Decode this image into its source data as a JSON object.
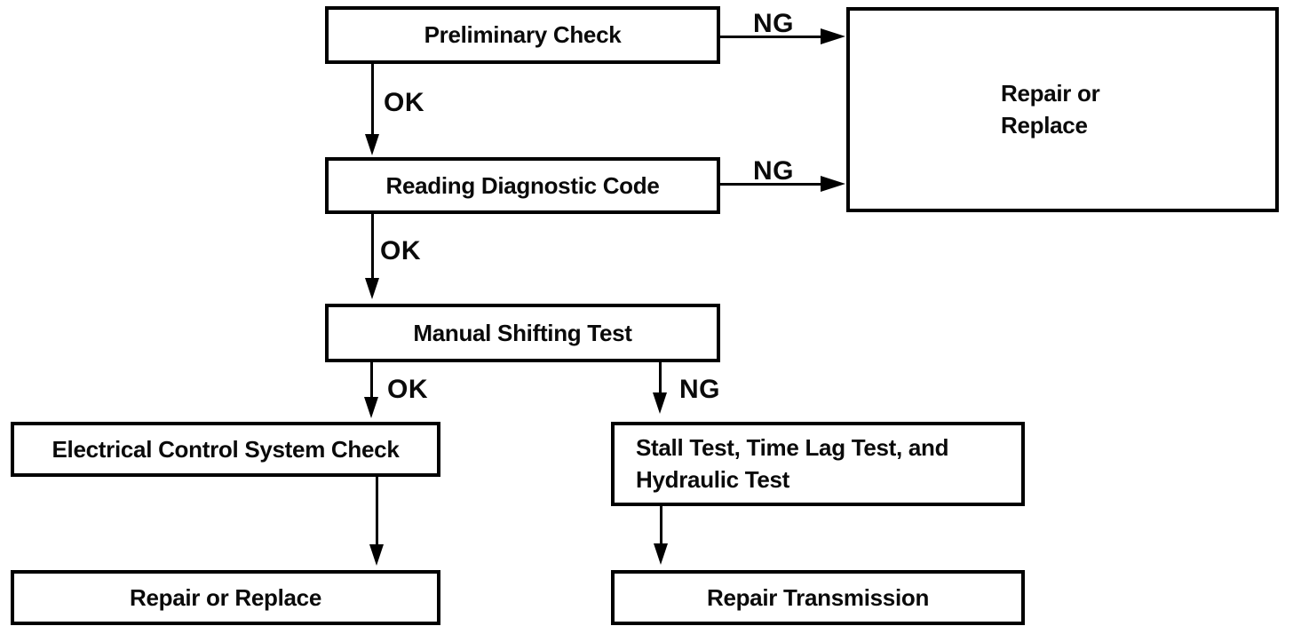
{
  "canvas": {
    "background_color": "#ffffff",
    "ink_color": "#000000"
  },
  "nodes": {
    "preliminary_check": "Preliminary Check",
    "repair_or_replace_main": {
      "line1": "Repair or",
      "line2": "Replace"
    },
    "reading_diagnostic_code": "Reading Diagnostic Code",
    "manual_shifting_test": "Manual Shifting Test",
    "electrical_control_system_check": "Electrical Control System Check",
    "stall_time_lag_hydraulic": {
      "line1": "Stall Test, Time Lag Test, and",
      "line2": "Hydraulic Test"
    },
    "repair_or_replace_bottom": "Repair or Replace",
    "repair_transmission": "Repair Transmission"
  },
  "edge_labels": {
    "preliminary_ng": "NG",
    "preliminary_ok": "OK",
    "reading_ng": "NG",
    "reading_ok": "OK",
    "manual_ok": "OK",
    "manual_ng": "NG"
  }
}
